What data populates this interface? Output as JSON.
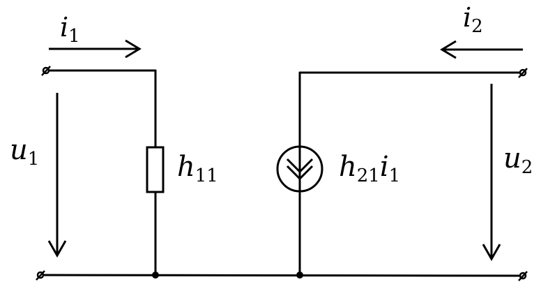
{
  "labels": {
    "i1": {
      "main": "i",
      "sub": "1"
    },
    "i2": {
      "main": "i",
      "sub": "2"
    },
    "u1": {
      "main": "u",
      "sub": "1"
    },
    "u2": {
      "main": "u",
      "sub": "2"
    },
    "h11": {
      "main": "h",
      "sub": "11"
    },
    "h21i1": {
      "main": "h",
      "sub": "21",
      "main2": "i",
      "sub2": "1"
    }
  },
  "components": {
    "resistor": "h11",
    "current_source": "h21 i1"
  }
}
